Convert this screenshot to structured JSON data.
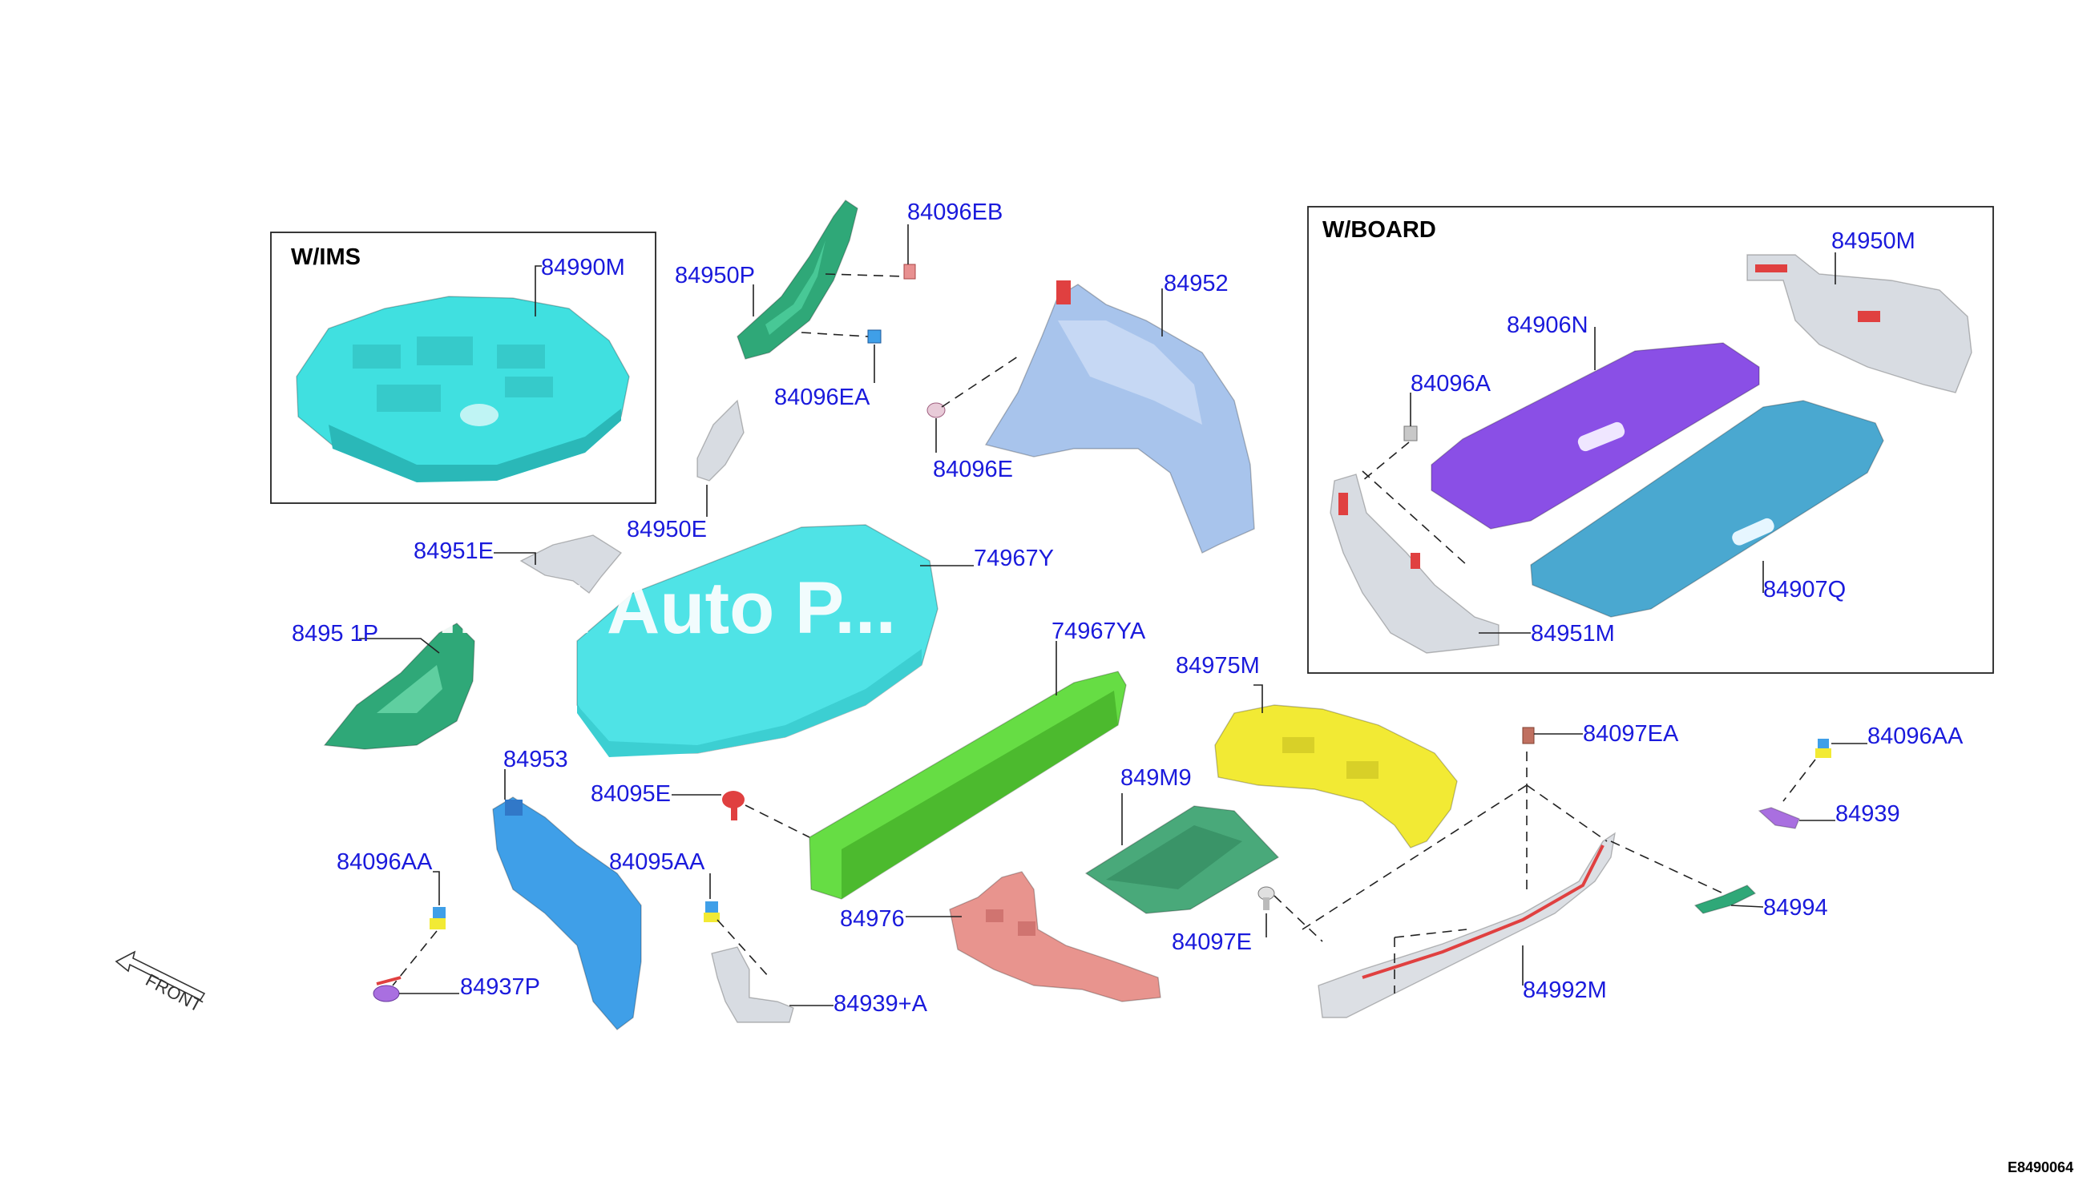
{
  "diagram": {
    "boxes": {
      "ims_title": "W/IMS",
      "board_title": "W/BOARD"
    },
    "watermark": "...ant Auto P...",
    "front_label": "FRONT",
    "figure_code": "E8490064",
    "labels": {
      "l_84990M": "84990M",
      "l_84950P": "84950P",
      "l_84096EB": "84096EB",
      "l_84096EA": "84096EA",
      "l_84952": "84952",
      "l_84096E": "84096E",
      "l_84950E": "84950E",
      "l_84951E": "84951E",
      "l_74967Y": "74967Y",
      "l_84951P": "8495 1P",
      "l_74967YA": "74967YA",
      "l_84975M": "84975M",
      "l_84953": "84953",
      "l_84095E": "84095E",
      "l_849M9": "849M9",
      "l_84096AA_left": "84096AA",
      "l_84095AA": "84095AA",
      "l_84976": "84976",
      "l_84097E": "84097E",
      "l_84937P": "84937P",
      "l_84939A": "84939+A",
      "l_84097EA": "84097EA",
      "l_84096AA_right": "84096AA",
      "l_84939": "84939",
      "l_84994": "84994",
      "l_84992M": "84992M",
      "l_84950M": "84950M",
      "l_84906N": "84906N",
      "l_84096A": "84096A",
      "l_84907Q": "84907Q",
      "l_84951M": "84951M"
    },
    "colors": {
      "callout": "#1a1adc",
      "cyan": "#40e0e0",
      "green": "#66dd44",
      "teal_green": "#2fa878",
      "steel_blue": "#a8c4ec",
      "blue": "#3f9fe8",
      "yellow": "#f2ea34",
      "salmon": "#e8948e",
      "purple": "#8a4fe6",
      "board_blue": "#4aa8d0",
      "grey": "#d8dce2",
      "red": "#e04040"
    }
  }
}
